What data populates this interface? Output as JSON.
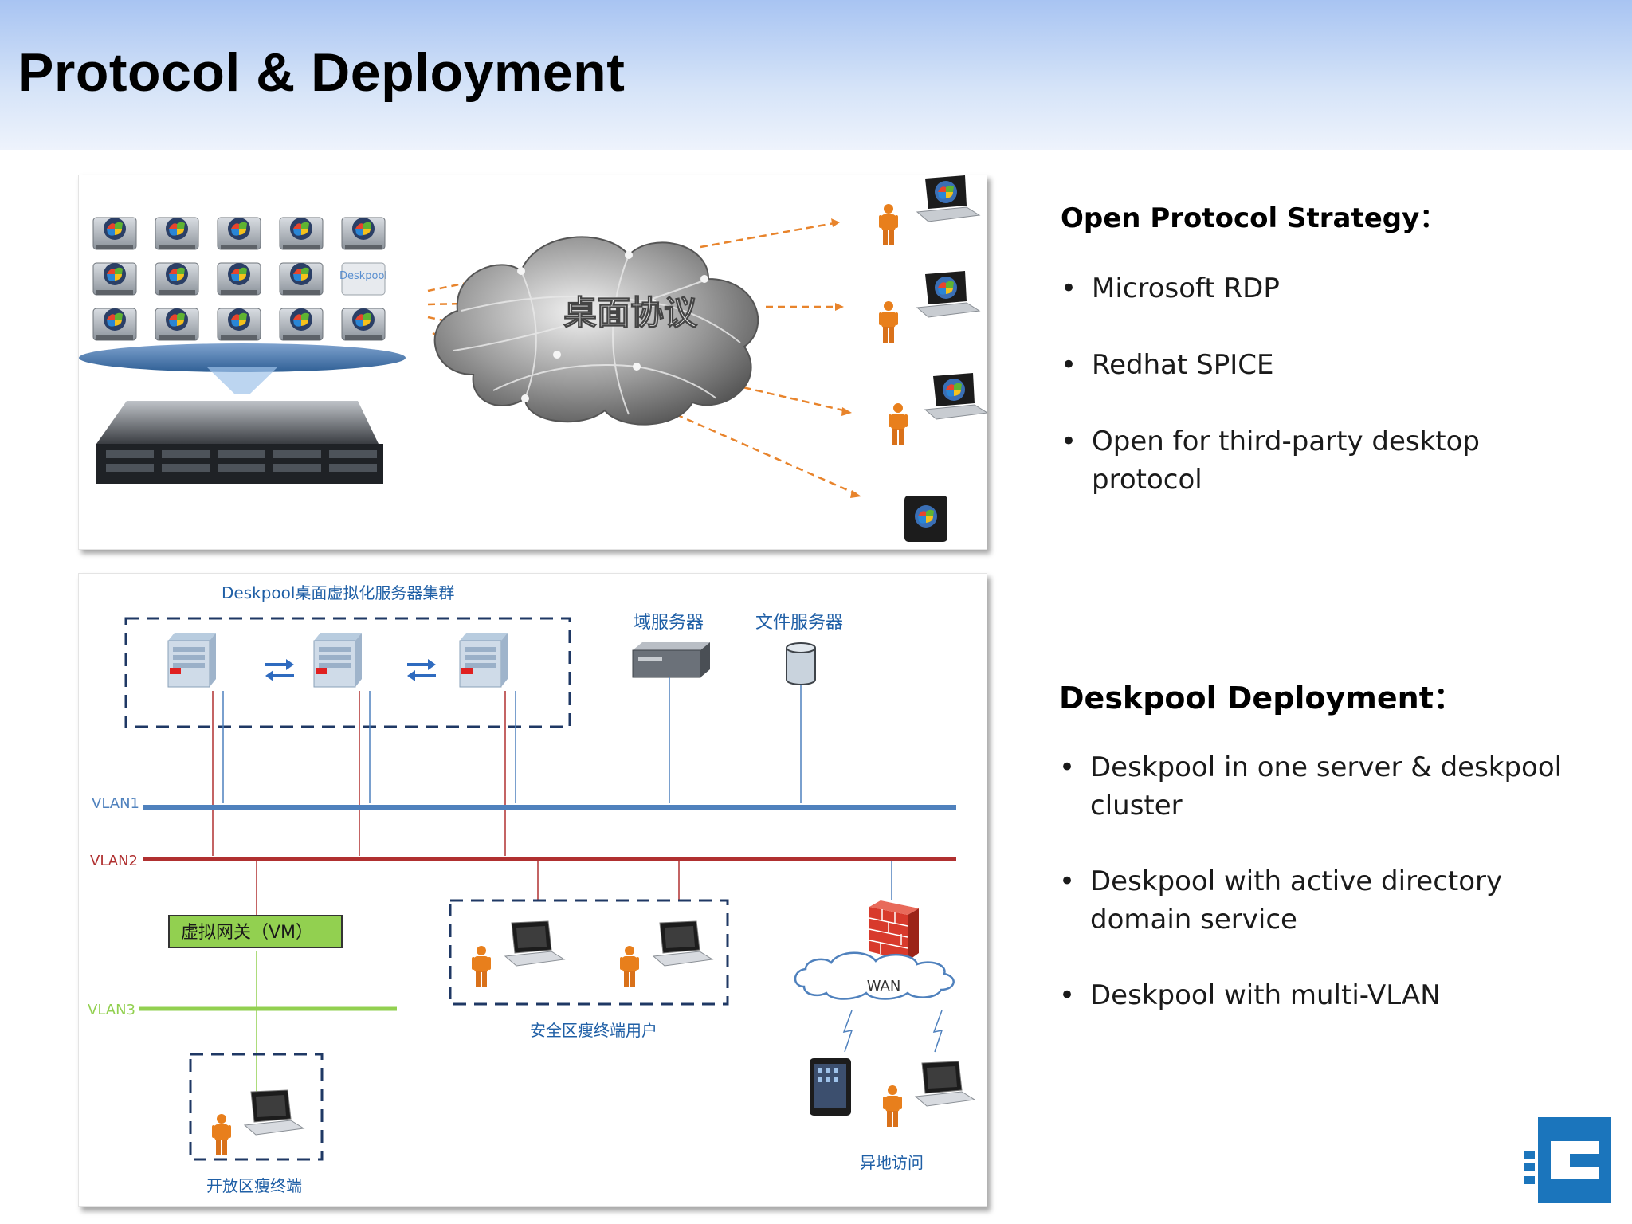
{
  "slide": {
    "title": "Protocol & Deployment"
  },
  "top_diagram": {
    "server_label": "Deskpool",
    "cloud_label": "桌面协议"
  },
  "bottom_diagram": {
    "cluster_label": "Deskpool桌面虚拟化服务器集群",
    "domain_server_label": "域服务器",
    "file_server_label": "文件服务器",
    "vlan1_label": "VLAN1",
    "vlan2_label": "VLAN2",
    "vlan3_label": "VLAN3",
    "gateway_label": "虚拟网关（VM）",
    "secure_users_label": "安全区瘦终端用户",
    "wan_label": "WAN",
    "open_zone_label": "开放区瘦终端",
    "remote_access_label": "异地访问",
    "colors": {
      "vlan1": "#4f81bd",
      "vlan2": "#b03030",
      "vlan3": "#92d050",
      "gateway_fill": "#92d050",
      "label_blue": "#1f5fa6",
      "dashed_border": "#1f3864"
    }
  },
  "open_protocol": {
    "heading": "Open Protocol Strategy：",
    "items": [
      "Microsoft RDP",
      "Redhat SPICE",
      "Open for third-party desktop protocol"
    ]
  },
  "deployment": {
    "heading": "Deskpool Deployment：",
    "items": [
      "Deskpool in one server & deskpool cluster",
      "Deskpool with active directory domain service",
      "Deskpool with multi-VLAN"
    ]
  },
  "bullet_symbol": "•",
  "logo_icon": "deskpool-logo-icon",
  "accent_color": "#1b75bc"
}
